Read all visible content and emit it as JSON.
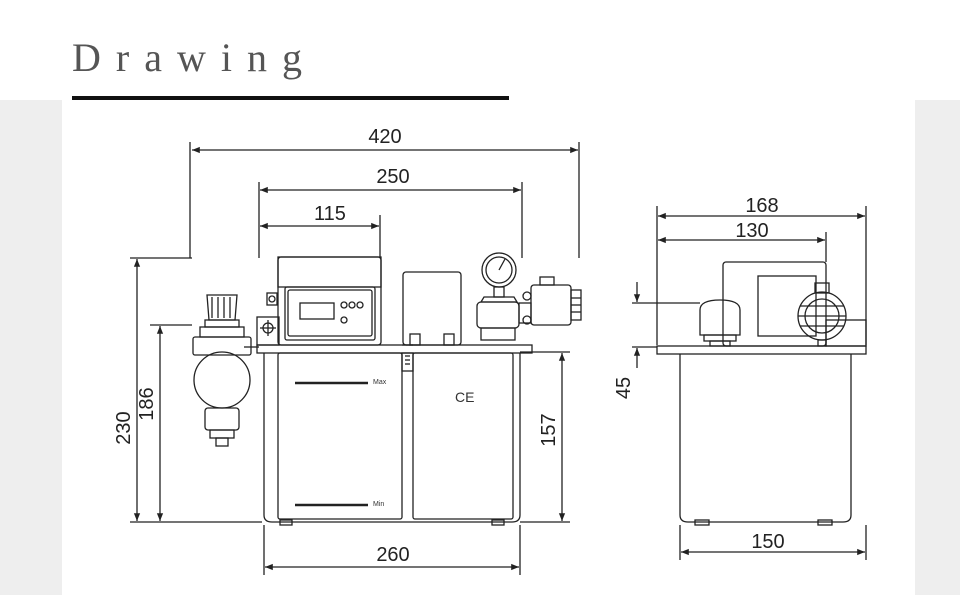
{
  "header": {
    "title": "Drawing"
  },
  "front_view": {
    "dims": {
      "overall_width": "420",
      "tank_width": "250",
      "panel_width": "115",
      "base_width": "260",
      "overall_height": "230",
      "filter_height": "186",
      "tank_height": "157"
    },
    "level_labels": {
      "max": "Max",
      "min": "Min"
    },
    "ce_mark": "CE"
  },
  "side_view": {
    "dims": {
      "overall_width": "168",
      "inner_width": "130",
      "top_height": "45",
      "base_width": "150"
    }
  }
}
